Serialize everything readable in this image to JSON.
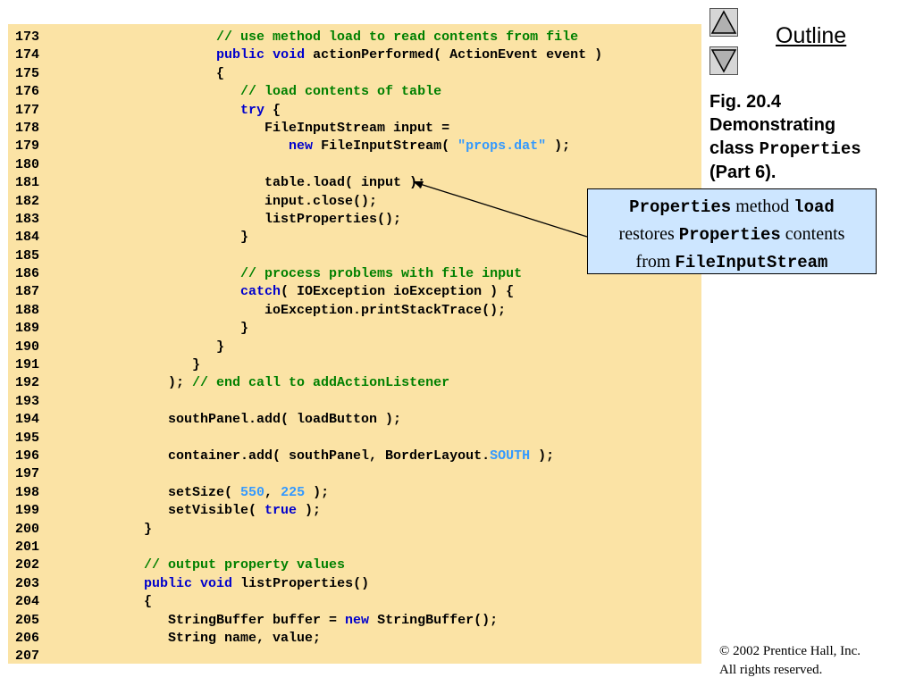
{
  "outline_label": "Outline",
  "figure": {
    "line1": "Fig. 20.4",
    "line2": "Demonstrating",
    "line3_prefix": "class ",
    "line3_code": "Properties",
    "line4": "(Part 6)."
  },
  "callout": {
    "code1": "Properties",
    "text1": " method ",
    "code2": "load",
    "text2": "restores ",
    "code3": "Properties",
    "text3": " contents",
    "text4": "from ",
    "code4": "FileInputStream"
  },
  "copyright": {
    "line1": "© 2002 Prentice Hall, Inc.",
    "line2": "All rights reserved."
  },
  "code": [
    {
      "n": "173",
      "t": [
        [
          "               ",
          ""
        ],
        [
          "// use method load to read contents from file",
          "cm"
        ]
      ]
    },
    {
      "n": "174",
      "t": [
        [
          "               ",
          ""
        ],
        [
          "public",
          "kw"
        ],
        [
          " ",
          ""
        ],
        [
          "void",
          "kw"
        ],
        [
          " actionPerformed( ActionEvent event )",
          ""
        ]
      ]
    },
    {
      "n": "175",
      "t": [
        [
          "               {",
          ""
        ]
      ]
    },
    {
      "n": "176",
      "t": [
        [
          "                  ",
          ""
        ],
        [
          "// load contents of table",
          "cm"
        ]
      ]
    },
    {
      "n": "177",
      "t": [
        [
          "                  ",
          ""
        ],
        [
          "try",
          "kw"
        ],
        [
          " {",
          ""
        ]
      ]
    },
    {
      "n": "178",
      "t": [
        [
          "                     FileInputStream input =",
          ""
        ]
      ]
    },
    {
      "n": "179",
      "t": [
        [
          "                        ",
          ""
        ],
        [
          "new",
          "kw"
        ],
        [
          " FileInputStream( ",
          ""
        ],
        [
          "\"props.dat\"",
          "lit"
        ],
        [
          " );",
          ""
        ]
      ]
    },
    {
      "n": "180",
      "t": [
        [
          "",
          ""
        ]
      ]
    },
    {
      "n": "181",
      "t": [
        [
          "                     table.load( input );",
          ""
        ]
      ]
    },
    {
      "n": "182",
      "t": [
        [
          "                     input.close();",
          ""
        ]
      ]
    },
    {
      "n": "183",
      "t": [
        [
          "                     listProperties();",
          ""
        ]
      ]
    },
    {
      "n": "184",
      "t": [
        [
          "                  }",
          ""
        ]
      ]
    },
    {
      "n": "185",
      "t": [
        [
          "",
          ""
        ]
      ]
    },
    {
      "n": "186",
      "t": [
        [
          "                  ",
          ""
        ],
        [
          "// process problems with file input",
          "cm"
        ]
      ]
    },
    {
      "n": "187",
      "t": [
        [
          "                  ",
          ""
        ],
        [
          "catch",
          "kw"
        ],
        [
          "( IOException ioException ) {",
          ""
        ]
      ]
    },
    {
      "n": "188",
      "t": [
        [
          "                     ioException.printStackTrace();",
          ""
        ]
      ]
    },
    {
      "n": "189",
      "t": [
        [
          "                  }",
          ""
        ]
      ]
    },
    {
      "n": "190",
      "t": [
        [
          "               }",
          ""
        ]
      ]
    },
    {
      "n": "191",
      "t": [
        [
          "            }",
          ""
        ]
      ]
    },
    {
      "n": "192",
      "t": [
        [
          "         ); ",
          ""
        ],
        [
          "// end call to addActionListener",
          "cm"
        ]
      ]
    },
    {
      "n": "193",
      "t": [
        [
          "",
          ""
        ]
      ]
    },
    {
      "n": "194",
      "t": [
        [
          "         southPanel.add( loadButton );",
          ""
        ]
      ]
    },
    {
      "n": "195",
      "t": [
        [
          "",
          ""
        ]
      ]
    },
    {
      "n": "196",
      "t": [
        [
          "         container.add( southPanel, BorderLayout.",
          ""
        ],
        [
          "SOUTH",
          "lit"
        ],
        [
          " );",
          ""
        ]
      ]
    },
    {
      "n": "197",
      "t": [
        [
          "",
          ""
        ]
      ]
    },
    {
      "n": "198",
      "t": [
        [
          "         setSize( ",
          ""
        ],
        [
          "550",
          "lit"
        ],
        [
          ", ",
          ""
        ],
        [
          "225",
          "lit"
        ],
        [
          " );",
          ""
        ]
      ]
    },
    {
      "n": "199",
      "t": [
        [
          "         setVisible( ",
          ""
        ],
        [
          "true",
          "kw"
        ],
        [
          " );",
          ""
        ]
      ]
    },
    {
      "n": "200",
      "t": [
        [
          "      }",
          ""
        ]
      ]
    },
    {
      "n": "201",
      "t": [
        [
          "",
          ""
        ]
      ]
    },
    {
      "n": "202",
      "t": [
        [
          "      ",
          ""
        ],
        [
          "// output property values",
          "cm"
        ]
      ]
    },
    {
      "n": "203",
      "t": [
        [
          "      ",
          ""
        ],
        [
          "public",
          "kw"
        ],
        [
          " ",
          ""
        ],
        [
          "void",
          "kw"
        ],
        [
          " listProperties()",
          ""
        ]
      ]
    },
    {
      "n": "204",
      "t": [
        [
          "      {",
          ""
        ]
      ]
    },
    {
      "n": "205",
      "t": [
        [
          "         StringBuffer buffer = ",
          ""
        ],
        [
          "new",
          "kw"
        ],
        [
          " StringBuffer();",
          ""
        ]
      ]
    },
    {
      "n": "206",
      "t": [
        [
          "         String name, value;",
          ""
        ]
      ]
    },
    {
      "n": "207",
      "t": [
        [
          "",
          ""
        ]
      ]
    }
  ]
}
